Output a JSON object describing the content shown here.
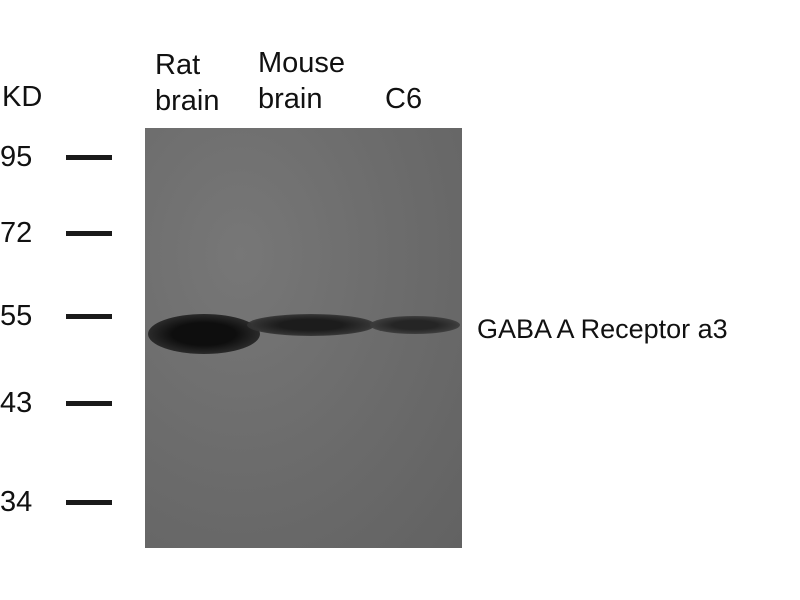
{
  "unit_label": "KD",
  "markers": [
    "95",
    "72",
    "55",
    "43",
    "34"
  ],
  "lanes": [
    {
      "line1": "Rat",
      "line2": "brain"
    },
    {
      "line1": "Mouse",
      "line2": "brain"
    },
    {
      "line1": "",
      "line2": "C6"
    }
  ],
  "band_label": "GABA A Receptor a3"
}
